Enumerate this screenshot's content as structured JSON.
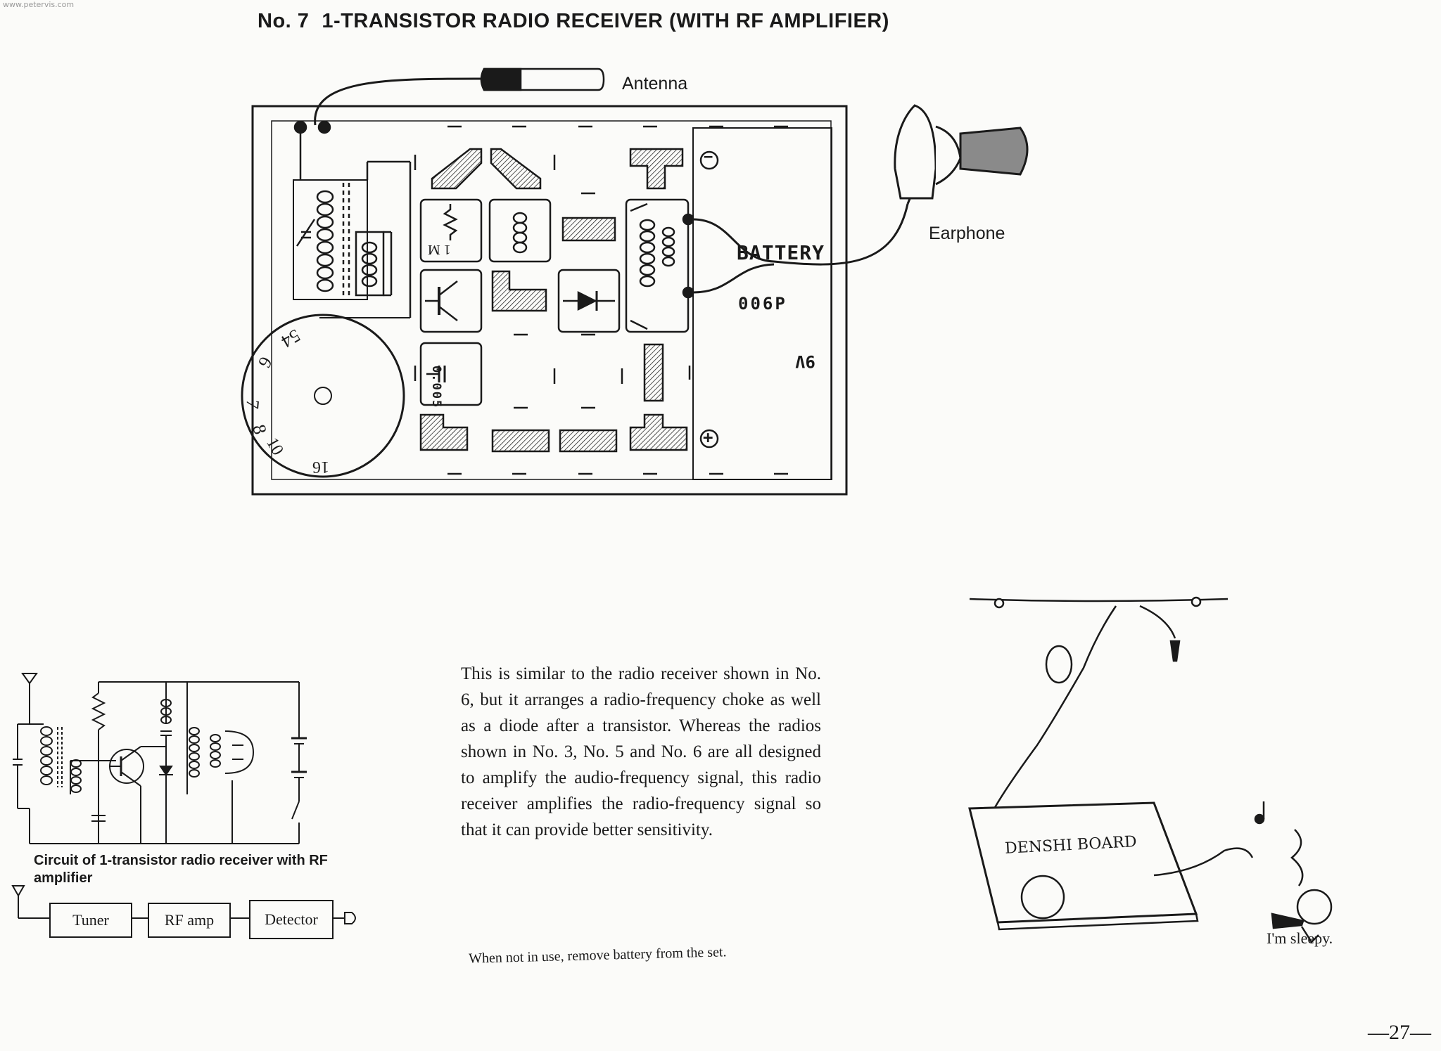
{
  "watermark": "www.petervis.com",
  "title": {
    "number": "No. 7",
    "text": "1-TRANSISTOR RADIO RECEIVER (WITH RF AMPLIFIER)"
  },
  "wiring_diagram": {
    "antenna_label": "Antenna",
    "earphone_label": "Earphone",
    "battery": {
      "label": "BATTERY",
      "model": "006P",
      "voltage": "9V"
    },
    "resistor_label": "1 M",
    "capacitor_label": "0.005",
    "dial_numbers": [
      "54",
      "6",
      "7",
      "8",
      "10",
      "16"
    ],
    "terminals": {
      "negative": "−",
      "positive": "+"
    }
  },
  "description": "This is similar to the radio receiver shown in No. 6, but it arranges a radio-frequency choke as well as a diode after a transistor. Whereas the radios shown in No. 3, No. 5 and No. 6 are all designed to amplify the audio-frequency signal, this radio receiver amplifies the radio-frequency signal so that it can provide better sensitivity.",
  "schematic_caption": "Circuit of 1-transistor radio receiver with RF amplifier",
  "block_diagram": {
    "blocks": [
      "Tuner",
      "RF amp",
      "Detector"
    ]
  },
  "illustration": {
    "board_label": "DENSHI BOARD",
    "speech": "I'm sleepy."
  },
  "notice": "When not in use, remove battery from the set.",
  "page_number": "—27—"
}
